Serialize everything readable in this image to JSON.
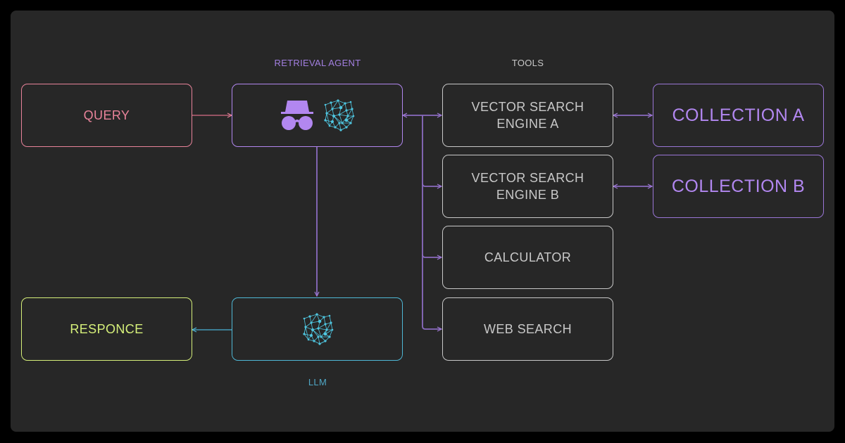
{
  "labels": {
    "retrieval_agent": "RETRIEVAL AGENT",
    "tools": "TOOLS",
    "llm": "LLM"
  },
  "nodes": {
    "query": "QUERY",
    "response": "RESPONCE",
    "vector_a_line1": "VECTOR SEARCH",
    "vector_a_line2": "ENGINE A",
    "vector_b_line1": "VECTOR SEARCH",
    "vector_b_line2": "ENGINE B",
    "calculator": "CALCULATOR",
    "web_search": "WEB SEARCH",
    "collection_a": "COLLECTION A",
    "collection_b": "COLLECTION B"
  },
  "icons": {
    "agent": [
      "incognito-icon",
      "neural-network-icon"
    ],
    "llm": [
      "neural-network-icon"
    ]
  },
  "colors": {
    "background": "#272727",
    "query": "#e8839a",
    "agent": "#b287f0",
    "tools": "#c8c8c8",
    "collections": "#b287f0",
    "llm": "#4fb8d6",
    "response": "#d6f07a",
    "wire_purple": "#8a6bc0",
    "wire_pink": "#a65a6c",
    "wire_blue": "#3f8aa4"
  }
}
